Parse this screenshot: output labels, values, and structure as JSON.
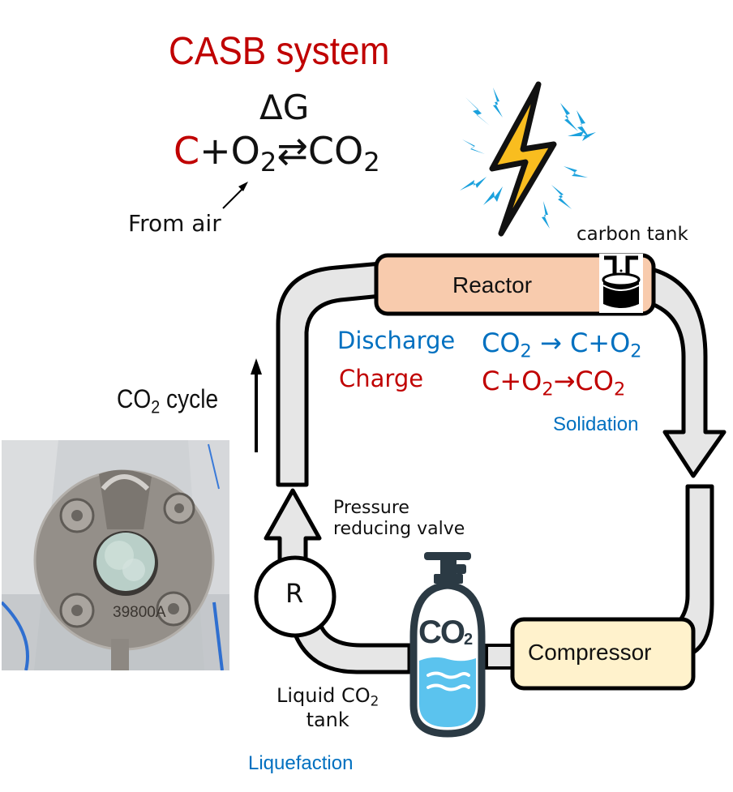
{
  "title": "CASB system",
  "reaction": {
    "delta_g": "ΔG",
    "reactant_c": "C",
    "plus": "+",
    "o2_base": "O",
    "o2_sub": "2",
    "arrow": "⇄",
    "co2_base": "CO",
    "co2_sub": "2",
    "from_air": "From air"
  },
  "components": {
    "carbon_tank": "carbon tank",
    "reactor": "Reactor",
    "compressor": "Compressor",
    "pressure_valve_line1": "Pressure",
    "pressure_valve_line2": "reducing valve",
    "valve_symbol": "R",
    "liquid_tank_line1": "Liquid CO",
    "liquid_tank_sub": "2",
    "liquid_tank_line2": "tank",
    "tank_label_base": "CO",
    "tank_label_sub": "2"
  },
  "modes": {
    "discharge": {
      "label": "Discharge",
      "eq_lhs": "CO",
      "eq_lhs_sub": "2",
      "eq_arrow": " → ",
      "eq_rhs": "C+O",
      "eq_rhs_sub": "2",
      "color": "#0070c0"
    },
    "charge": {
      "label": "Charge",
      "eq_lhs": "C+O",
      "eq_lhs_sub": "2",
      "eq_arrow": "→",
      "eq_rhs": "CO",
      "eq_rhs_sub": "2",
      "color": "#c00000"
    }
  },
  "processes": {
    "solidation": "Solidation",
    "liquefaction": "Liquefaction"
  },
  "cycle": {
    "label_base": "CO",
    "label_sub": "2",
    "label_rest": " cycle"
  },
  "photo": {
    "engraving": "39800A"
  },
  "colors": {
    "title_red": "#c00000",
    "blue": "#0070c0",
    "reactor_fill": "#f8cbad",
    "compressor_fill": "#fff2cc",
    "pipe_fill": "#e6e6e6",
    "bolt_yellow": "#f9bd1f",
    "spark_blue": "#1ba1dd",
    "liquid_blue": "#5bc3ee",
    "tank_dark": "#2b3a44"
  }
}
